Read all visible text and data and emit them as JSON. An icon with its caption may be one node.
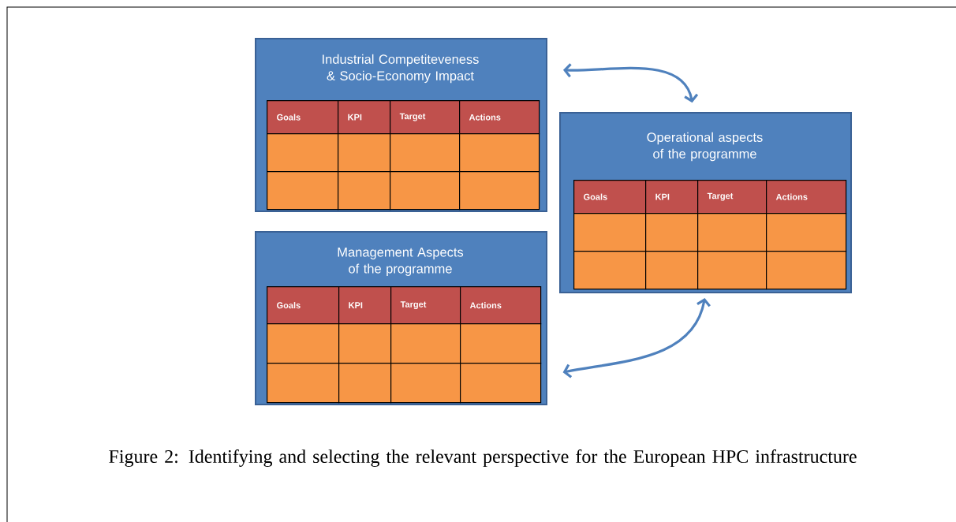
{
  "diagram": {
    "caption": "Figure 2: Identifying and selecting the relevant perspective for the European HPC infrastructure",
    "nodes": [
      {
        "text": [
          "Industrial Competiteveness & Socio-Economy Impact"
        ]
      },
      {
        "text": [
          "Goals"
        ],
        "in": 0
      },
      {
        "text": [
          "KPI"
        ],
        "in": 0
      },
      {
        "text": [
          "Target"
        ],
        "in": 0
      },
      {
        "text": [
          "Actions"
        ],
        "in": 0
      },
      {
        "text": [],
        "shape": "box",
        "in": 0
      },
      {
        "text": [],
        "shape": "box",
        "in": 0
      },
      {
        "text": [],
        "shape": "box",
        "in": 0
      },
      {
        "text": [],
        "shape": "box",
        "in": 0
      },
      {
        "text": [],
        "shape": "box",
        "in": 0
      },
      {
        "text": [],
        "shape": "box",
        "in": 0
      },
      {
        "text": [],
        "shape": "box",
        "in": 0
      },
      {
        "text": [],
        "shape": "box",
        "in": 0
      },
      {
        "text": [
          "Operational aspects of the programme"
        ]
      },
      {
        "text": [
          "Goals"
        ],
        "in": 13
      },
      {
        "text": [
          "KPI"
        ],
        "in": 13
      },
      {
        "text": [
          "Target"
        ],
        "in": 13
      },
      {
        "text": [
          "Actions"
        ],
        "in": 13
      },
      {
        "text": [],
        "shape": "box",
        "in": 13
      },
      {
        "text": [],
        "shape": "box",
        "in": 13
      },
      {
        "text": [],
        "shape": "box",
        "in": 13
      },
      {
        "text": [],
        "shape": "box",
        "in": 13
      },
      {
        "text": [],
        "shape": "box",
        "in": 13
      },
      {
        "text": [],
        "shape": "box",
        "in": 13
      },
      {
        "text": [],
        "shape": "box",
        "in": 13
      },
      {
        "text": [],
        "shape": "box",
        "in": 13
      },
      {
        "text": [
          "Management Aspects of the programme"
        ]
      },
      {
        "text": [
          "Goals"
        ],
        "in": 26
      },
      {
        "text": [
          "KPI"
        ],
        "in": 26
      },
      {
        "text": [
          "Target"
        ],
        "in": 26
      },
      {
        "text": [
          "Actions"
        ],
        "in": 26
      },
      {
        "text": [],
        "shape": "box",
        "in": 26
      },
      {
        "text": [],
        "shape": "box",
        "in": 26
      },
      {
        "text": [],
        "shape": "box",
        "in": 26
      },
      {
        "text": [],
        "shape": "box",
        "in": 26
      },
      {
        "text": [],
        "shape": "box",
        "in": 26
      },
      {
        "text": [],
        "shape": "box",
        "in": 26
      },
      {
        "text": [],
        "shape": "box",
        "in": 26
      },
      {
        "text": [],
        "shape": "box",
        "in": 26
      }
    ],
    "edges": [
      {
        "from": 0,
        "to": 13,
        "arrow": "both"
      },
      {
        "from": 26,
        "to": 13,
        "arrow": "both"
      }
    ]
  }
}
